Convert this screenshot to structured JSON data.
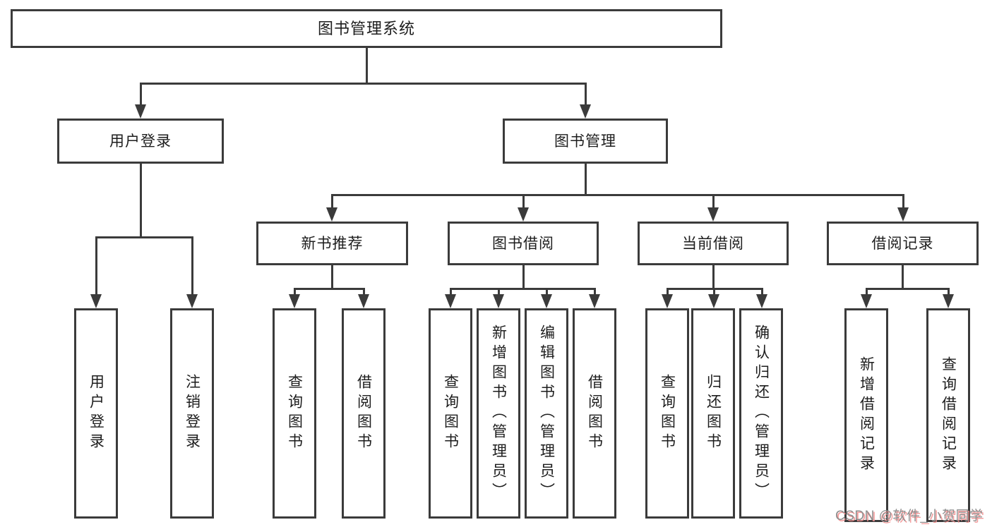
{
  "diagram": {
    "title": "图书管理系统",
    "nodes": {
      "login": {
        "label": "用户登录",
        "children": [
          "用户登录",
          "注销登录"
        ]
      },
      "management": {
        "label": "图书管理"
      },
      "new_books": {
        "label": "新书推荐",
        "children": [
          "查询图书",
          "借阅图书"
        ]
      },
      "book_borrow": {
        "label": "图书借阅",
        "children": [
          "查询图书",
          "新增图书（管理员）",
          "编辑图书（管理员）",
          "借阅图书"
        ]
      },
      "current_borrow": {
        "label": "当前借阅",
        "children": [
          "查询图书",
          "归还图书",
          "确认归还（管理员）"
        ]
      },
      "borrow_records": {
        "label": "借阅记录",
        "children": [
          "新增借阅记录",
          "查询借阅记录"
        ]
      }
    },
    "watermark": "CSDN @软件_小贺同学",
    "colors": {
      "line": "#3b3b3b",
      "text": "#1d1d1d",
      "background": "#ffffff",
      "watermark_gray": "#8f8f8f",
      "watermark_pink": "#f28f8f"
    }
  }
}
